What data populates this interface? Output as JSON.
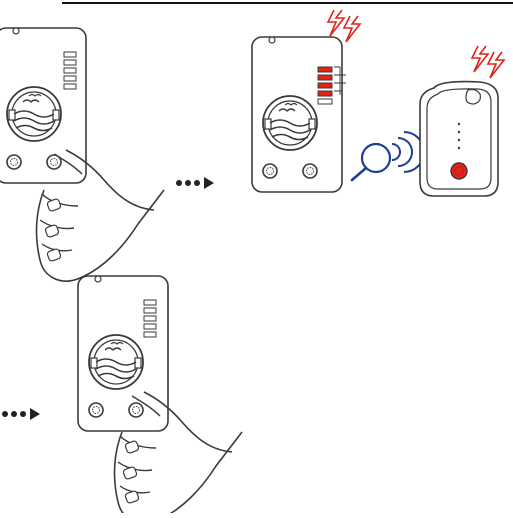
{
  "diagram": {
    "steps": [
      {
        "id": "press-button",
        "description_visible": false
      },
      {
        "id": "alarm-signal",
        "description_visible": false
      },
      {
        "id": "press-button-again",
        "description_visible": false
      }
    ],
    "colors": {
      "line": "#3a3a3a",
      "alarm_red": "#e2231a",
      "signal_blue": "#1d3f8f",
      "led_red": "#e2231a",
      "background": "#ffffff"
    },
    "icons": [
      "lightning-icon",
      "arrow-right-icon",
      "magnifier-icon",
      "signal-waves-icon",
      "hand-icon",
      "wave-logo-icon"
    ]
  }
}
